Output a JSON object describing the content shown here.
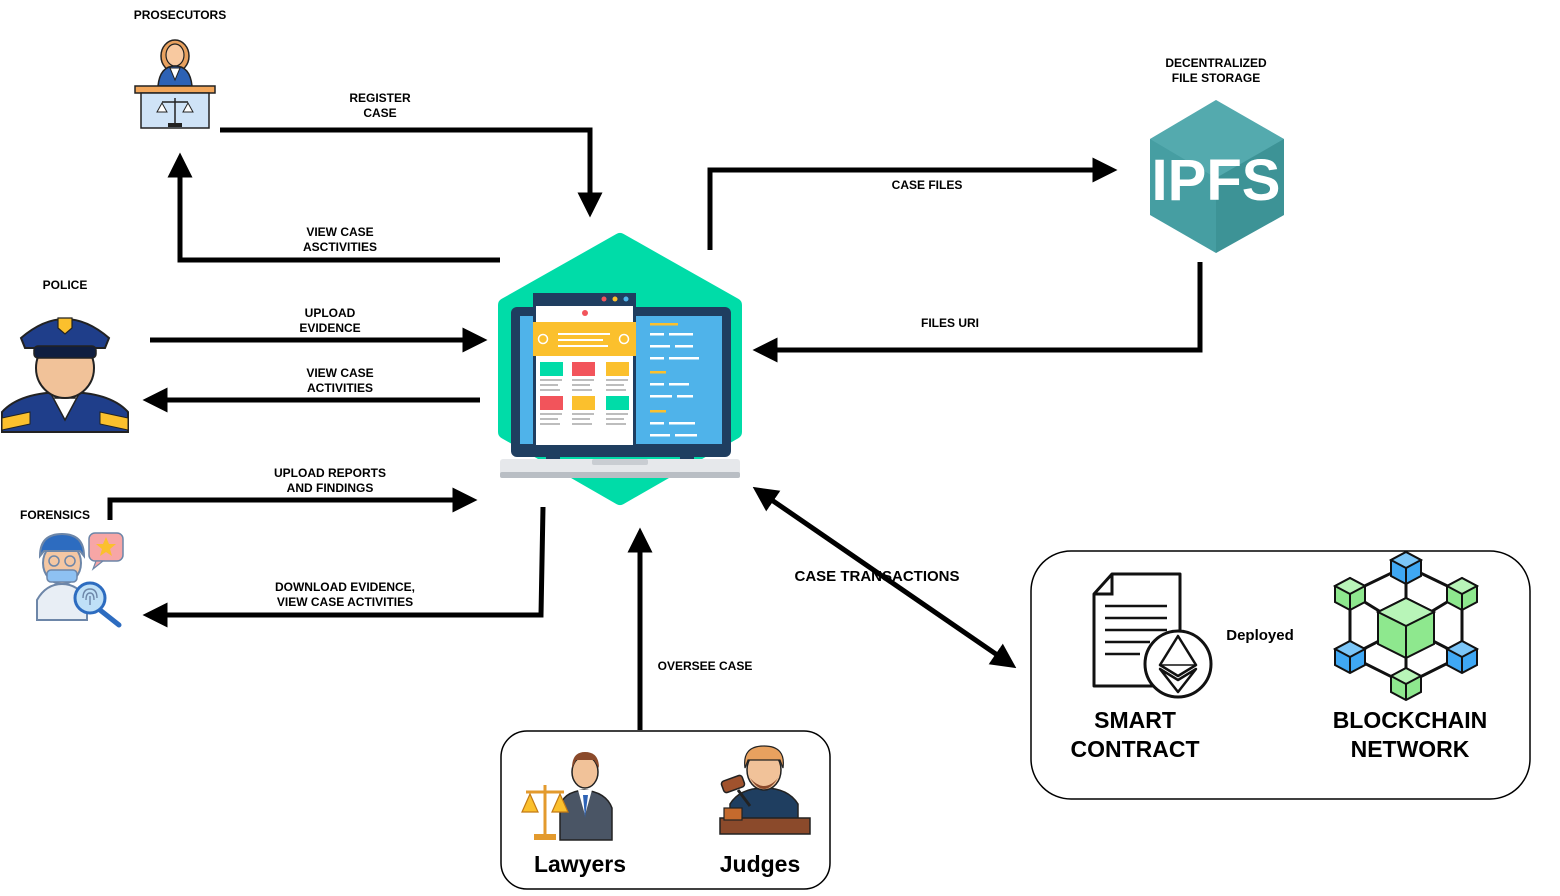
{
  "actors": {
    "prosecutors": "PROSECUTORS",
    "police": "POLICE",
    "forensics": "FORENSICS",
    "lawyers": "Lawyers",
    "judges": "Judges"
  },
  "storage": {
    "title": "DECENTRALIZED\nFILE STORAGE",
    "logo_text": "IPFS"
  },
  "flows": {
    "register_case": "REGISTER\nCASE",
    "view_case_activities_prosecutors": "VIEW CASE\nASCTIVITIES",
    "upload_evidence": "UPLOAD\nEVIDENCE",
    "view_case_activities_police": "VIEW CASE\nACTIVITIES",
    "upload_reports": "UPLOAD REPORTS\nAND FINDINGS",
    "download_evidence": "DOWNLOAD EVIDENCE,\nVIEW CASE ACTIVITIES",
    "case_files": "CASE FILES",
    "files_uri": "FILES URI",
    "case_transactions": "CASE TRANSACTIONS",
    "oversee_case": "OVERSEE CASE",
    "deployed": "Deployed"
  },
  "blockchain": {
    "smart_contract": "SMART\nCONTRACT",
    "network": "BLOCKCHAIN\nNETWORK"
  },
  "colors": {
    "hex_green": "#00DCA8",
    "ipfs_teal": "#469EA2",
    "screen_blue": "#4FB3EA",
    "navy": "#1F3E60",
    "yellow": "#FBC02D",
    "red": "#F2545B",
    "block_green": "#8EE88E",
    "block_blue": "#3FA8F4"
  }
}
